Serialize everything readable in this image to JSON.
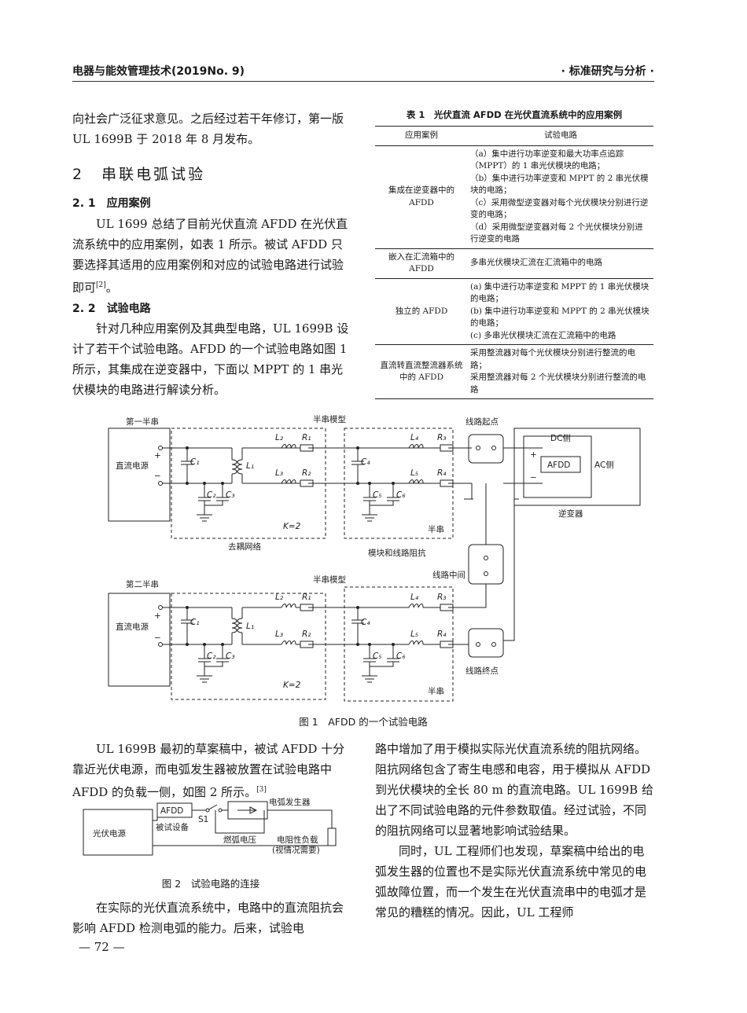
{
  "header": {
    "left": "电器与能效管理技术(2019No. 9)",
    "right": "· 标准研究与分析 ·"
  },
  "left_col": {
    "p1": "向社会广泛征求意见。之后经过若干年修订，第一版 UL 1699B 于 2018 年 8 月发布。",
    "sec2": "2　串联电弧试验",
    "sec21": "2. 1　应用案例",
    "p2": "UL 1699 总结了目前光伏直流 AFDD 在光伏直流系统中的应用案例，如表 1 所示。被试 AFDD 只要选择其适用的应用案例和对应的试验电路进行试验即可",
    "p2_ref": "[2]",
    "p2_end": "。",
    "sec22": "2. 2　试验电路",
    "p3": "针对几种应用案例及其典型电路，UL 1699B 设计了若干个试验电路。AFDD 的一个试验电路如图 1 所示，其集成在逆变器中，下面以 MPPT 的 1 串光伏模块的电路进行解读分析。"
  },
  "table1": {
    "title": "表 1　光伏直流 AFDD 在光伏直流系统中的应用案例",
    "col1": "应用案例",
    "col2": "试验电路",
    "rows": [
      {
        "case": "集成在逆变器中的 AFDD",
        "circuit": [
          "（a）集中进行功率逆变和最大功率点追踪（MPPT）的 1 串光伏模块的电路；",
          "（b）集中进行功率逆变和 MPPT 的 2 串光伏模块的电路；",
          "（c）采用微型逆变器对每个光伏模块分别进行逆变的电路；",
          "（d）采用微型逆变器对每 2 个光伏模块分别进行逆变的电路"
        ]
      },
      {
        "case": "嵌入在汇流箱中的 AFDD",
        "circuit": [
          "多串光伏模块汇流在汇流箱中的电路"
        ]
      },
      {
        "case": "独立的 AFDD",
        "circuit": [
          "(a) 集中进行功率逆变和 MPPT 的 1 串光伏模块的电路；",
          "(b) 集中进行功率逆变和 MPPT 的 2 串光伏模块的电路；",
          "(c) 多串光伏模块汇流在汇流箱中的电路"
        ]
      },
      {
        "case": "直流转直流整流器系统中的 AFDD",
        "circuit": [
          "采用整流器对每个光伏模块分别进行整流的电路；",
          "采用整流器对每 2 个光伏模块分别进行整流的电路"
        ]
      }
    ]
  },
  "fig1": {
    "caption": "图 1　AFDD 的一个试验电路",
    "first_string": "第一半串",
    "second_string": "第二半串",
    "half_module": "半串模型",
    "dc_source": "直流电源",
    "plus": "+",
    "minus": "−",
    "C1": "C₁",
    "C2": "C₂",
    "C3": "C₃",
    "C4": "C₄",
    "C5": "C₅",
    "C6": "C₆",
    "L1": "L₁",
    "L2": "L₂",
    "L3": "L₃",
    "L4": "L₄",
    "L5": "L₅",
    "R1": "R₁",
    "R2": "R₂",
    "R3": "R₃",
    "R4": "R₄",
    "K": "K=2",
    "half_string": "半串",
    "decoupling": "去耦网络",
    "module_line": "模块和线路阻抗",
    "line_start": "线路起点",
    "line_mid": "线路中间",
    "line_end": "线路终点",
    "dc_side": "DC侧",
    "ac_side": "AC侧",
    "afdd": "AFDD",
    "inverter": "逆变器"
  },
  "left_col2": {
    "p4": "UL 1699B 最初的草案稿中，被试 AFDD 十分靠近光伏电源，而电弧发生器被放置在试验电路中 AFDD 的负载一侧，如图 2 所示。",
    "p4_ref": "[3]",
    "p5": "在实际的光伏直流系统中，电路中的直流阻抗会影响 AFDD 检测电弧的能力。后来，试验电"
  },
  "fig2": {
    "caption": "图 2　试验电路的连接",
    "pv_source": "光伏电源",
    "afdd": "AFDD",
    "dut": "被试设备",
    "s1": "S1",
    "arc_gen": "电弧发生器",
    "arc_voltage": "燃弧电压",
    "load1": "电阻性负载",
    "load2": "(视情况需要)"
  },
  "right_col2": {
    "p6": "路中增加了用于模拟实际光伏直流系统的阻抗网络。阻抗网络包含了寄生电感和电容，用于模拟从 AFDD 到光伏模块的全长 80 m 的直流电路。UL 1699B 给出了不同试验电路的元件参数取值。经过试验，不同的阻抗网络可以显著地影响试验结果。",
    "p7": "同时，UL 工程师们也发现，草案稿中给出的电弧发生器的位置也不是实际光伏直流系统中常见的电弧故障位置，而一个发生在光伏直流串中的电弧才是常见的糟糕的情况。因此，UL 工程师"
  },
  "footer": {
    "page": "— 72 —"
  }
}
